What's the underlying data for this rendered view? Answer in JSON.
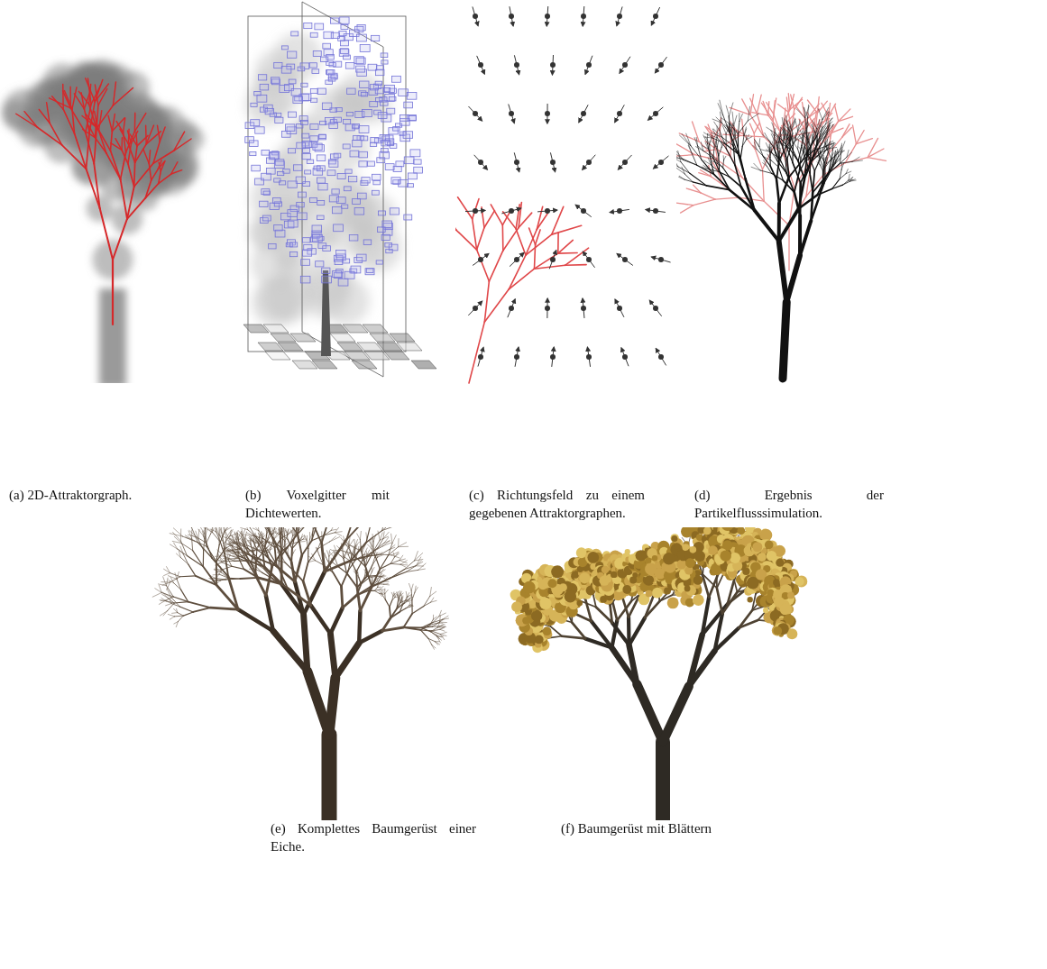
{
  "diagram": {
    "labels": [
      "(a) 2D-Attraktorgraph.",
      "(b) Voxelgitter mit Dichtewerten.",
      "(c) Richtungsfeld zu einem gegebenen Attraktorgraphen.",
      "(d) Ergebnis der Partikelflusssimulation.",
      "(e) Komplettes Baumgerüst einer Eiche.",
      "(f) Baumgerüst mit Blättern"
    ]
  }
}
